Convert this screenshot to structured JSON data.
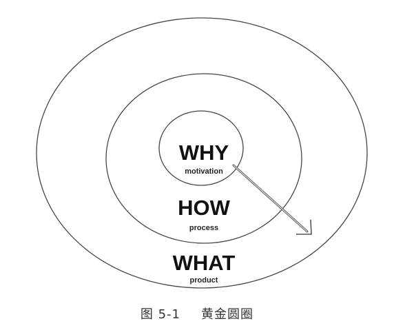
{
  "diagram": {
    "rings": [
      {
        "id": "why",
        "label": "WHY",
        "sublabel": "motivation"
      },
      {
        "id": "how",
        "label": "HOW",
        "sublabel": "process"
      },
      {
        "id": "what",
        "label": "WHAT",
        "sublabel": "product"
      }
    ],
    "arrow": {
      "direction": "from-center-outward"
    }
  },
  "caption": {
    "figure_number": "图 5-1",
    "title": "黄金圆圈"
  }
}
